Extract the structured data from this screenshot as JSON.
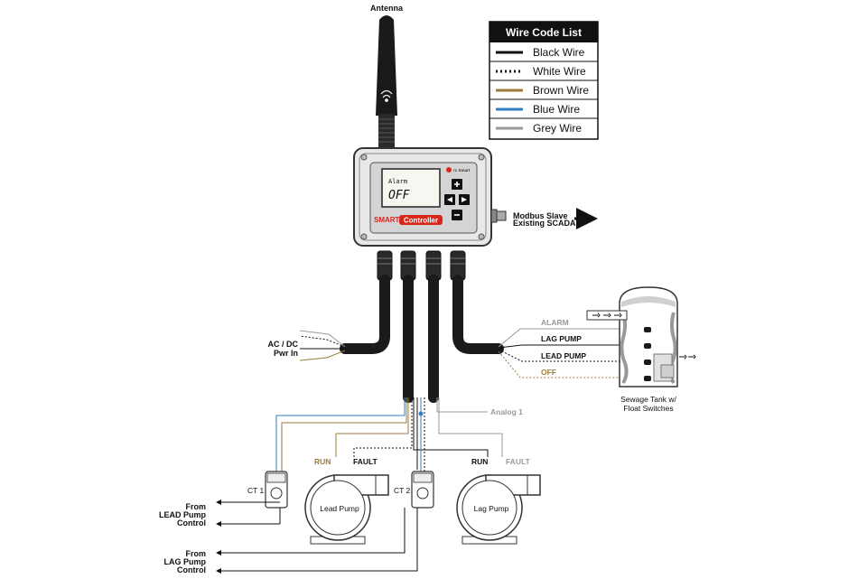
{
  "colors": {
    "black_wire": "#111111",
    "white_wire": "#111111",
    "brown_wire": "#9c7a3c",
    "blue_wire": "#2f7fc4",
    "grey_wire": "#9a9a9a",
    "controller_red": "#d9261c"
  },
  "antenna": {
    "label": "Antenna",
    "icon": "antenna-icon"
  },
  "legend": {
    "title": "Wire Code List",
    "items": [
      {
        "label": "Black Wire",
        "color": "#111111",
        "style": "solid"
      },
      {
        "label": "White Wire",
        "color": "#111111",
        "style": "dotted"
      },
      {
        "label": "Brown Wire",
        "color": "#9c7a3c",
        "style": "solid"
      },
      {
        "label": "Blue Wire",
        "color": "#2f7fc4",
        "style": "solid"
      },
      {
        "label": "Grey Wire",
        "color": "#9a9a9a",
        "style": "solid"
      }
    ]
  },
  "controller": {
    "display_label": "Alarm",
    "display_value": "OFF",
    "brand_badge": "SmartController",
    "brand_smart": "SMART",
    "brand_controller": "Controller",
    "mini_logo": "rc Smart"
  },
  "modbus": {
    "line1": "Modbus Slave",
    "line2": "Existing SCADA"
  },
  "power": {
    "line1": "AC / DC",
    "line2": "Pwr In"
  },
  "tank": {
    "caption_line1": "Sewage Tank w/",
    "caption_line2": "Float Switches",
    "floats": [
      "ALARM",
      "LAG PUMP",
      "LEAD PUMP",
      "OFF"
    ]
  },
  "analog": "Analog 1",
  "lead_pump": {
    "name": "Lead Pump",
    "ct": "CT 1",
    "run": "RUN",
    "fault": "FAULT",
    "from_line1": "From",
    "from_line2": "LEAD Pump",
    "from_line3": "Control"
  },
  "lag_pump": {
    "name": "Lag Pump",
    "ct": "CT 2",
    "run": "RUN",
    "fault": "FAULT",
    "from_line1": "From",
    "from_line2": "LAG Pump",
    "from_line3": "Control"
  }
}
